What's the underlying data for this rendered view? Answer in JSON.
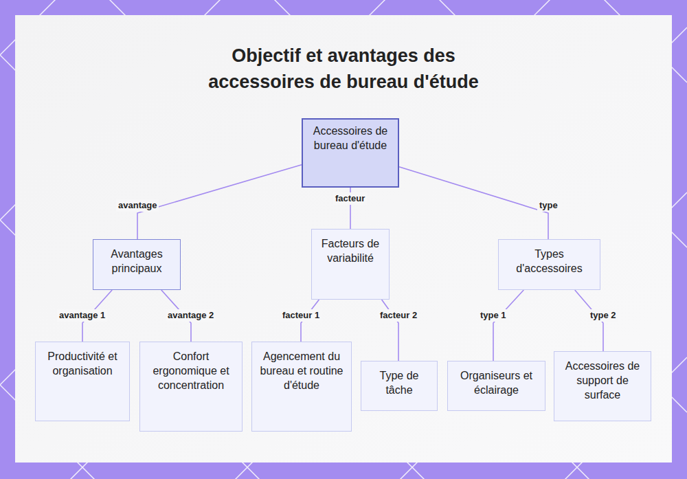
{
  "diagram": {
    "title": "Objectif et avantages des accessoires de bureau d'étude",
    "nodes": [
      {
        "text": [
          "Accessoires de bureau d'étude"
        ]
      },
      {
        "text": [
          "Avantages principaux"
        ]
      },
      {
        "text": [
          "Facteurs de variabilité"
        ]
      },
      {
        "text": [
          "Types d'accessoires"
        ]
      },
      {
        "text": [
          "Productivité et organisation"
        ]
      },
      {
        "text": [
          "Confort ergonomique et concentration"
        ]
      },
      {
        "text": [
          "Agencement du bureau et routine d'étude"
        ]
      },
      {
        "text": [
          "Type de tâche"
        ]
      },
      {
        "text": [
          "Organiseurs et éclairage"
        ]
      },
      {
        "text": [
          "Accessoires de support de surface"
        ]
      }
    ],
    "edges": [
      {
        "from": 0,
        "to": 1,
        "label": "avantage",
        "arrow": "none"
      },
      {
        "from": 0,
        "to": 2,
        "label": "facteur",
        "arrow": "none"
      },
      {
        "from": 0,
        "to": 3,
        "label": "type",
        "arrow": "none"
      },
      {
        "from": 1,
        "to": 4,
        "label": "avantage 1",
        "arrow": "none"
      },
      {
        "from": 1,
        "to": 5,
        "label": "avantage 2",
        "arrow": "none"
      },
      {
        "from": 2,
        "to": 6,
        "label": "facteur 1",
        "arrow": "none"
      },
      {
        "from": 2,
        "to": 7,
        "label": "facteur 2",
        "arrow": "none"
      },
      {
        "from": 3,
        "to": 8,
        "label": "type 1",
        "arrow": "none"
      },
      {
        "from": 3,
        "to": 9,
        "label": "type 2",
        "arrow": "none"
      }
    ]
  }
}
